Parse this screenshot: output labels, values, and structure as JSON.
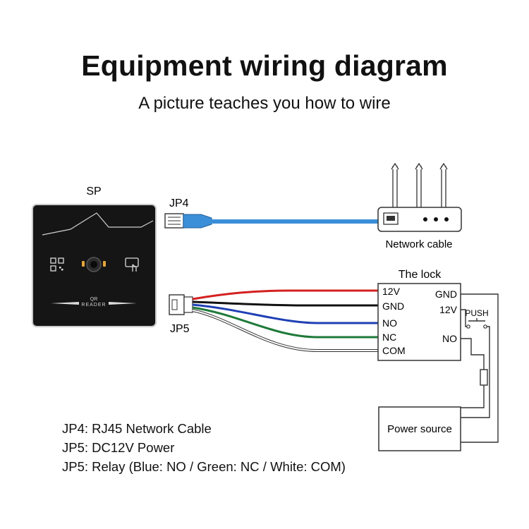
{
  "title": "Equipment wiring diagram",
  "subtitle": "A picture teaches you how to wire",
  "device": {
    "label": "SP",
    "reader_text_line1": "QR",
    "reader_text_line2": "READER"
  },
  "connectors": {
    "jp4_label": "JP4",
    "jp5_label": "JP5"
  },
  "router": {
    "label": "Network cable"
  },
  "lock": {
    "title": "The lock",
    "left_terminals": [
      "12V",
      "GND",
      "NO",
      "NC",
      "COM"
    ],
    "right_terminals": [
      "GND",
      "12V",
      "NO"
    ]
  },
  "push_button": {
    "label": "PUSH"
  },
  "power": {
    "label": "Power source"
  },
  "notes": [
    "JP4: RJ45 Network Cable",
    "JP5: DC12V Power",
    "JP5: Relay (Blue: NO / Green: NC / White: COM)"
  ],
  "colors": {
    "ethernet_cable": "#3b8fd8",
    "wire_12v": "#d42020",
    "wire_gnd": "#111111",
    "wire_no": "#1f3fb5",
    "wire_nc": "#1f7a3a",
    "wire_com": "#ffffff",
    "device_body": "#151515"
  },
  "icons": [
    "qr-code-icon",
    "camera-lens-icon",
    "card-tap-icon",
    "rj45-plug-icon",
    "antenna-icon",
    "terminal-connector-icon"
  ]
}
